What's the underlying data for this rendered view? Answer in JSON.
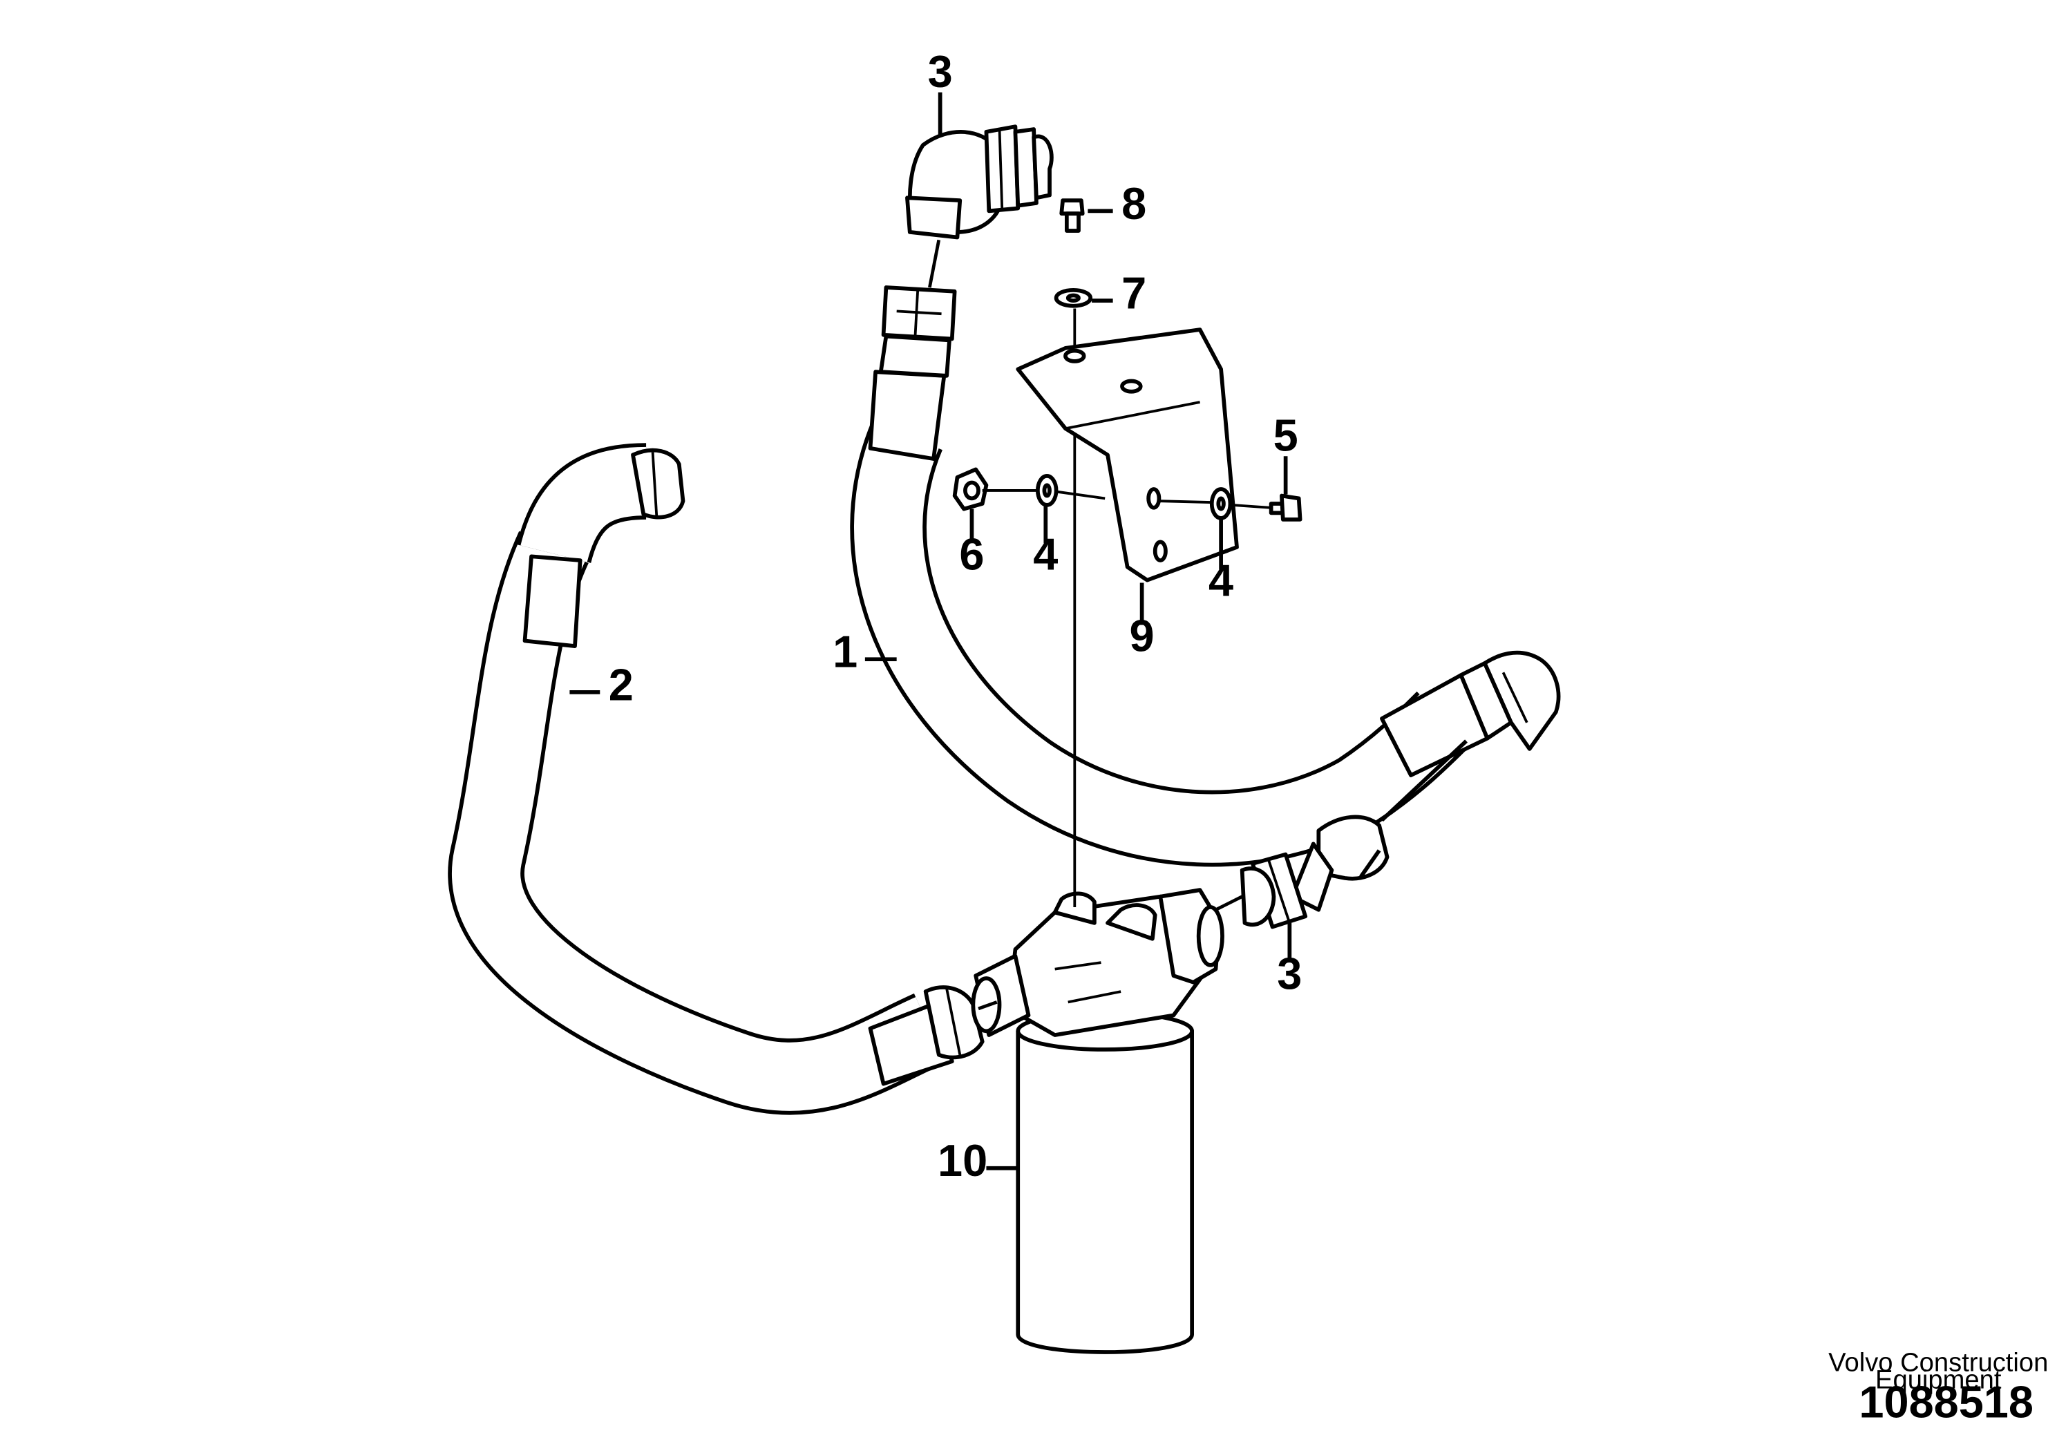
{
  "diagram": {
    "callouts": [
      {
        "id": "c1",
        "label": "1"
      },
      {
        "id": "c2",
        "label": "2"
      },
      {
        "id": "c3-top",
        "label": "3"
      },
      {
        "id": "c3-bottom",
        "label": "3"
      },
      {
        "id": "c4-left",
        "label": "4"
      },
      {
        "id": "c4-right",
        "label": "4"
      },
      {
        "id": "c5",
        "label": "5"
      },
      {
        "id": "c6",
        "label": "6"
      },
      {
        "id": "c7",
        "label": "7"
      },
      {
        "id": "c8",
        "label": "8"
      },
      {
        "id": "c9",
        "label": "9"
      },
      {
        "id": "c10",
        "label": "10"
      }
    ]
  },
  "footer": {
    "brand_line1": "Volvo Construction",
    "brand_line2": "Equipment",
    "document_number": "1088518"
  }
}
